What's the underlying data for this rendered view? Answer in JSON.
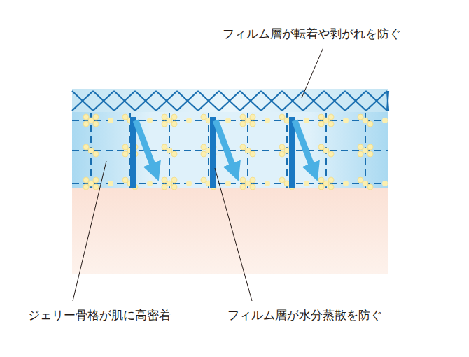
{
  "diagram": {
    "labels": [
      "フィルム層が転着や剥がれを防ぐ",
      "ジェリー骨格が肌に高密着",
      "フィルム層が水分蒸散を防ぐ"
    ]
  }
}
